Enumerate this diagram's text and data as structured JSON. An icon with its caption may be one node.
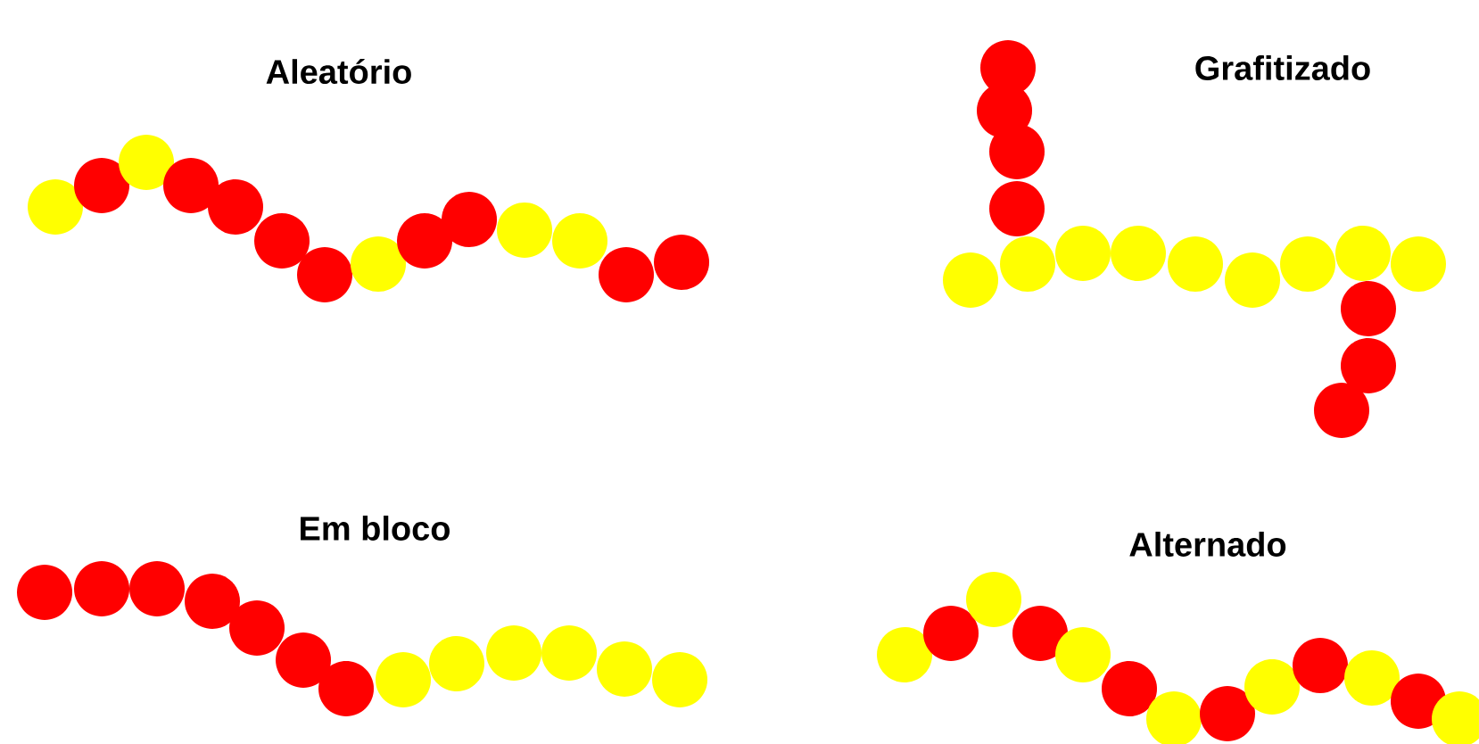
{
  "diagram": {
    "labels": [
      "Aleatório",
      "Grafitizado",
      "Em bloco",
      "Alternado"
    ]
  }
}
